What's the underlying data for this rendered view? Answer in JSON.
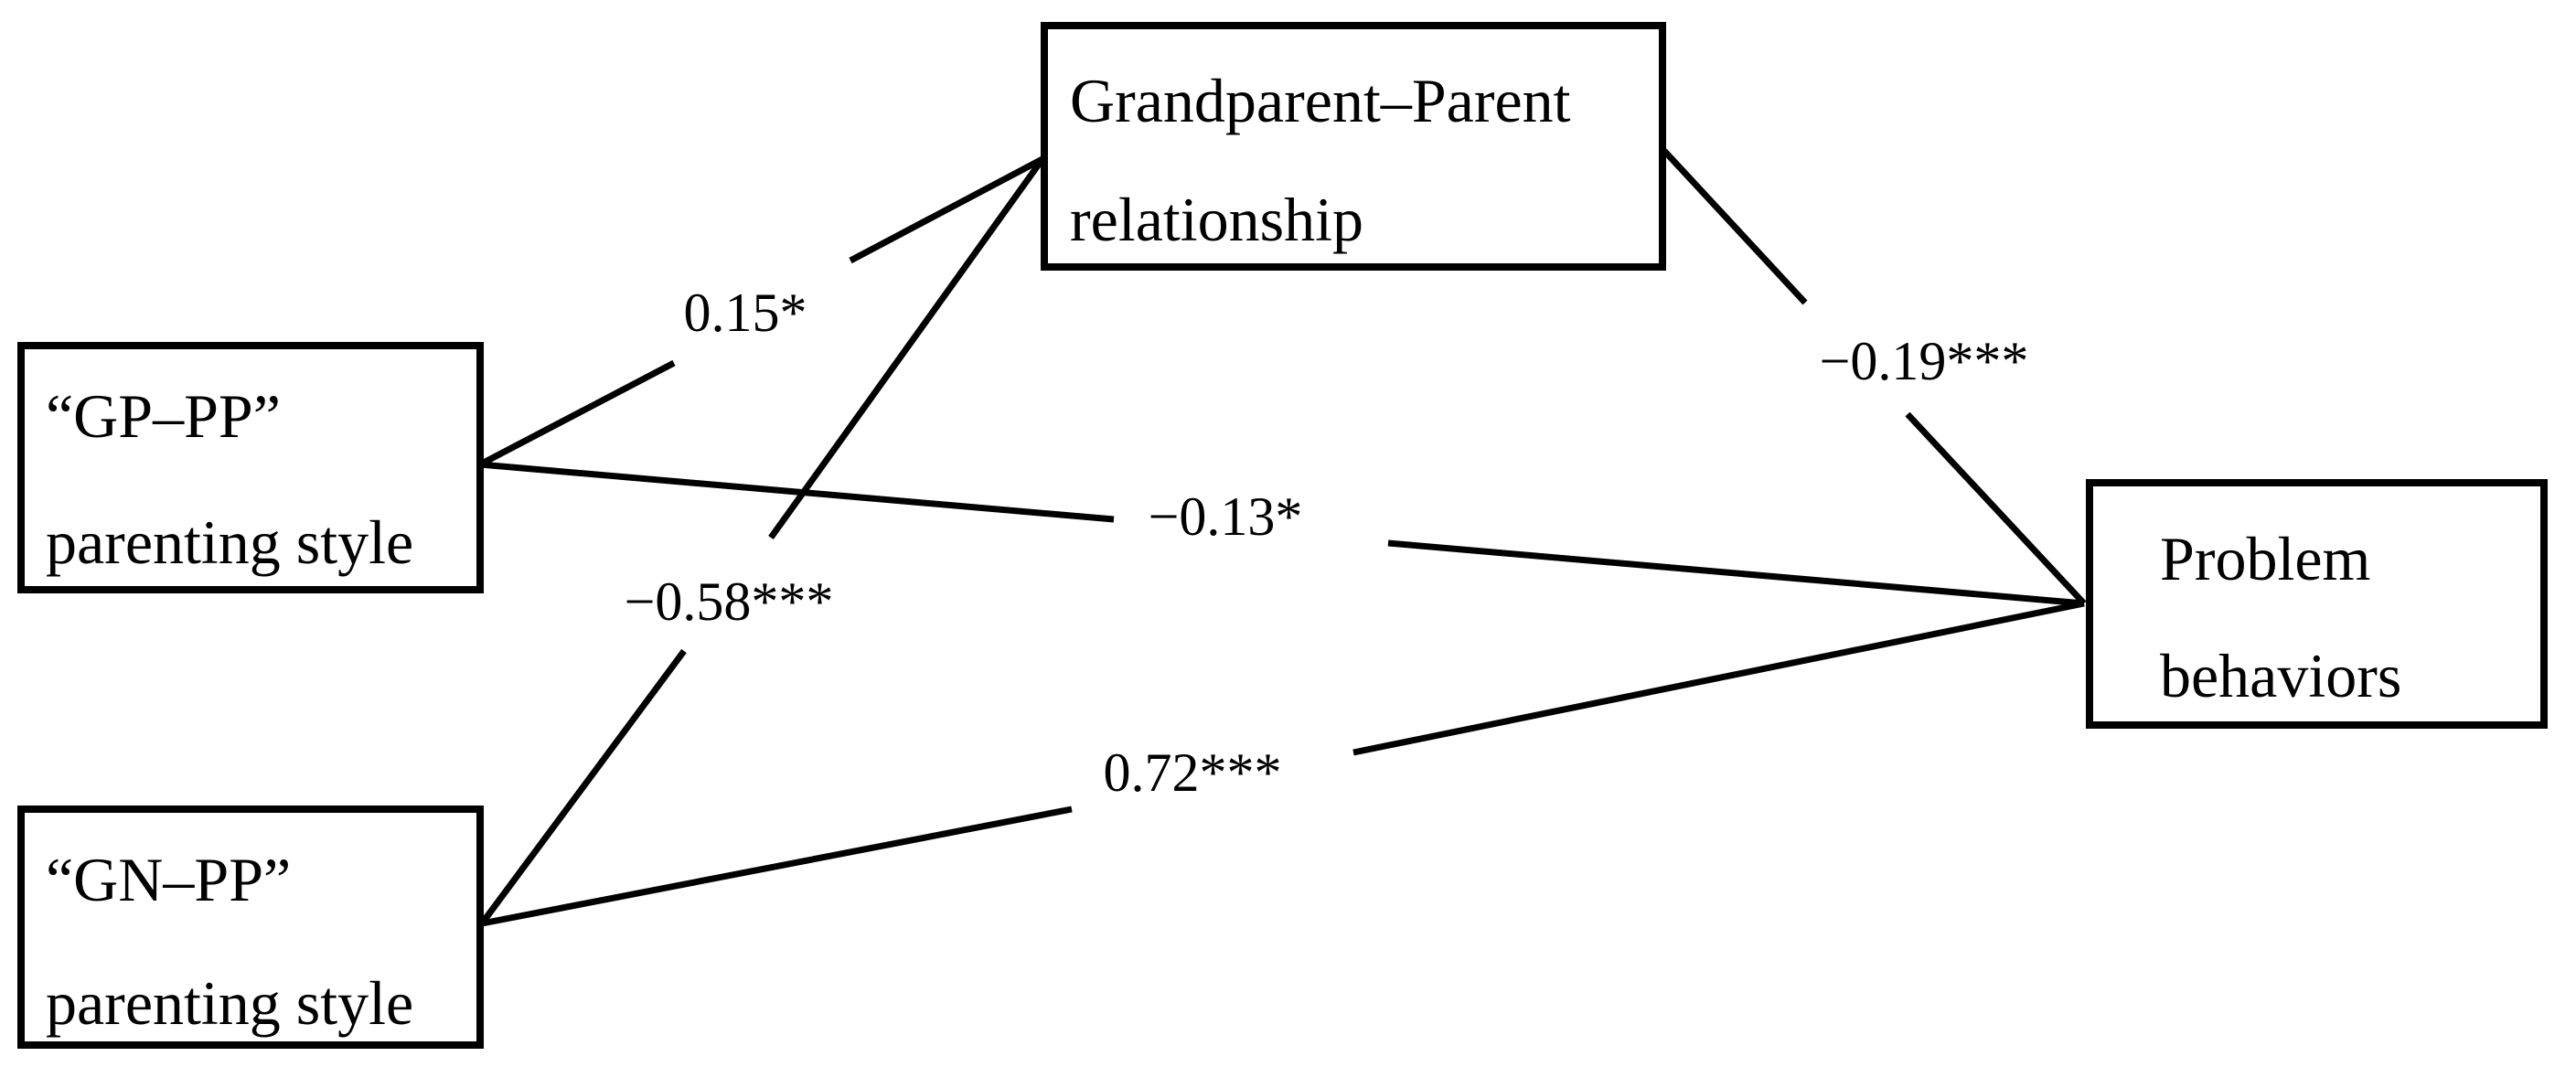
{
  "figure": {
    "type": "path-diagram",
    "background_color": "#ffffff",
    "line_color": "#000000",
    "text_color": "#000000",
    "nodes": {
      "gp_pp": {
        "line1": "“GP–PP”",
        "line2": "parenting style"
      },
      "gn_pp": {
        "line1": "“GN–PP”",
        "line2": "parenting style"
      },
      "relationship": {
        "line1": "Grandparent–Parent",
        "line2": "relationship"
      },
      "problem": {
        "line1": "Problem",
        "line2": "behaviors"
      }
    },
    "edges": {
      "gp_to_relationship": {
        "from": "“GP–PP” parenting style",
        "to": "Grandparent–Parent relationship",
        "label": "0.15*"
      },
      "gn_to_relationship": {
        "from": "“GN–PP” parenting style",
        "to": "Grandparent–Parent relationship",
        "label": "−0.58***"
      },
      "relationship_to_problem": {
        "from": "Grandparent–Parent relationship",
        "to": "Problem behaviors",
        "label": "−0.19***"
      },
      "gp_to_problem": {
        "from": "“GP–PP” parenting style",
        "to": "Problem behaviors",
        "label": "−0.13*"
      },
      "gn_to_problem": {
        "from": "“GN–PP” parenting style",
        "to": "Problem behaviors",
        "label": "0.72***"
      }
    }
  }
}
